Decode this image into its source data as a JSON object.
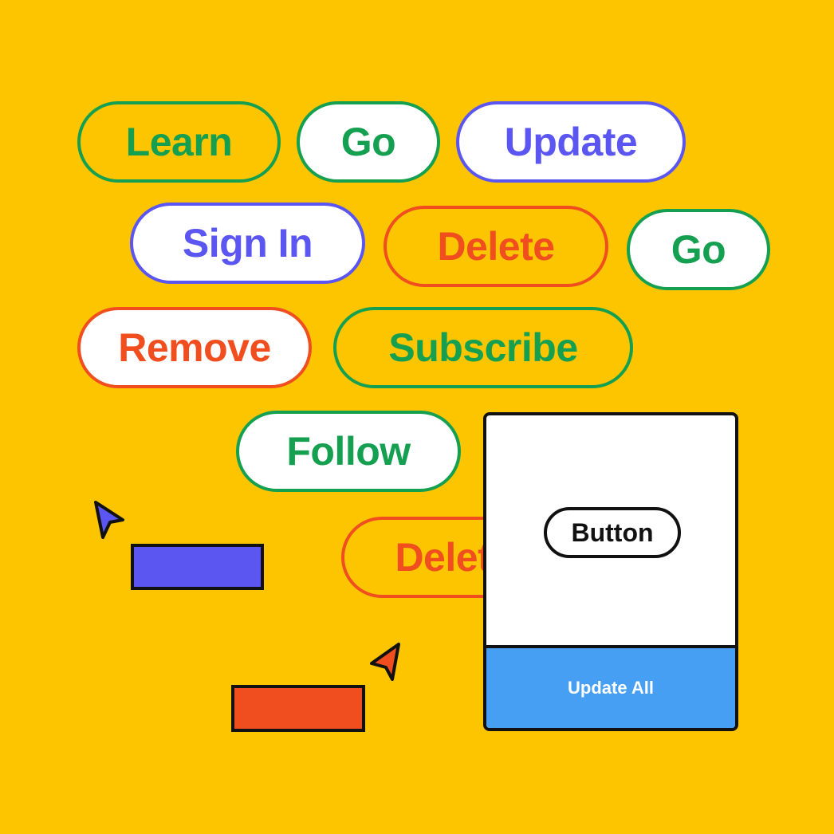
{
  "colors": {
    "background": "#FCC500",
    "green": "#14A050",
    "blue": "#5B55F2",
    "orange": "#F04E1F",
    "ink": "#111111",
    "card_footer": "#469FF3",
    "white": "#FFFFFF"
  },
  "pills": [
    {
      "label": "Learn",
      "color": "green",
      "filled": false
    },
    {
      "label": "Go",
      "color": "green",
      "filled": true
    },
    {
      "label": "Update",
      "color": "blue",
      "filled": true
    },
    {
      "label": "Sign In",
      "color": "blue",
      "filled": true
    },
    {
      "label": "Delete",
      "color": "orange",
      "filled": false
    },
    {
      "label": "Go",
      "color": "green",
      "filled": true
    },
    {
      "label": "Remove",
      "color": "orange",
      "filled": true
    },
    {
      "label": "Subscribe",
      "color": "green",
      "filled": false
    },
    {
      "label": "Follow",
      "color": "green",
      "filled": true
    },
    {
      "label": "Delete",
      "color": "orange",
      "filled": false
    }
  ],
  "card": {
    "button_label": "Button",
    "footer_label": "Update All"
  },
  "cursors": [
    {
      "icon": "cursor-arrow-icon",
      "color": "blue"
    },
    {
      "icon": "cursor-arrow-icon",
      "color": "orange"
    }
  ],
  "blocks": [
    {
      "color": "blue"
    },
    {
      "color": "orange"
    }
  ]
}
